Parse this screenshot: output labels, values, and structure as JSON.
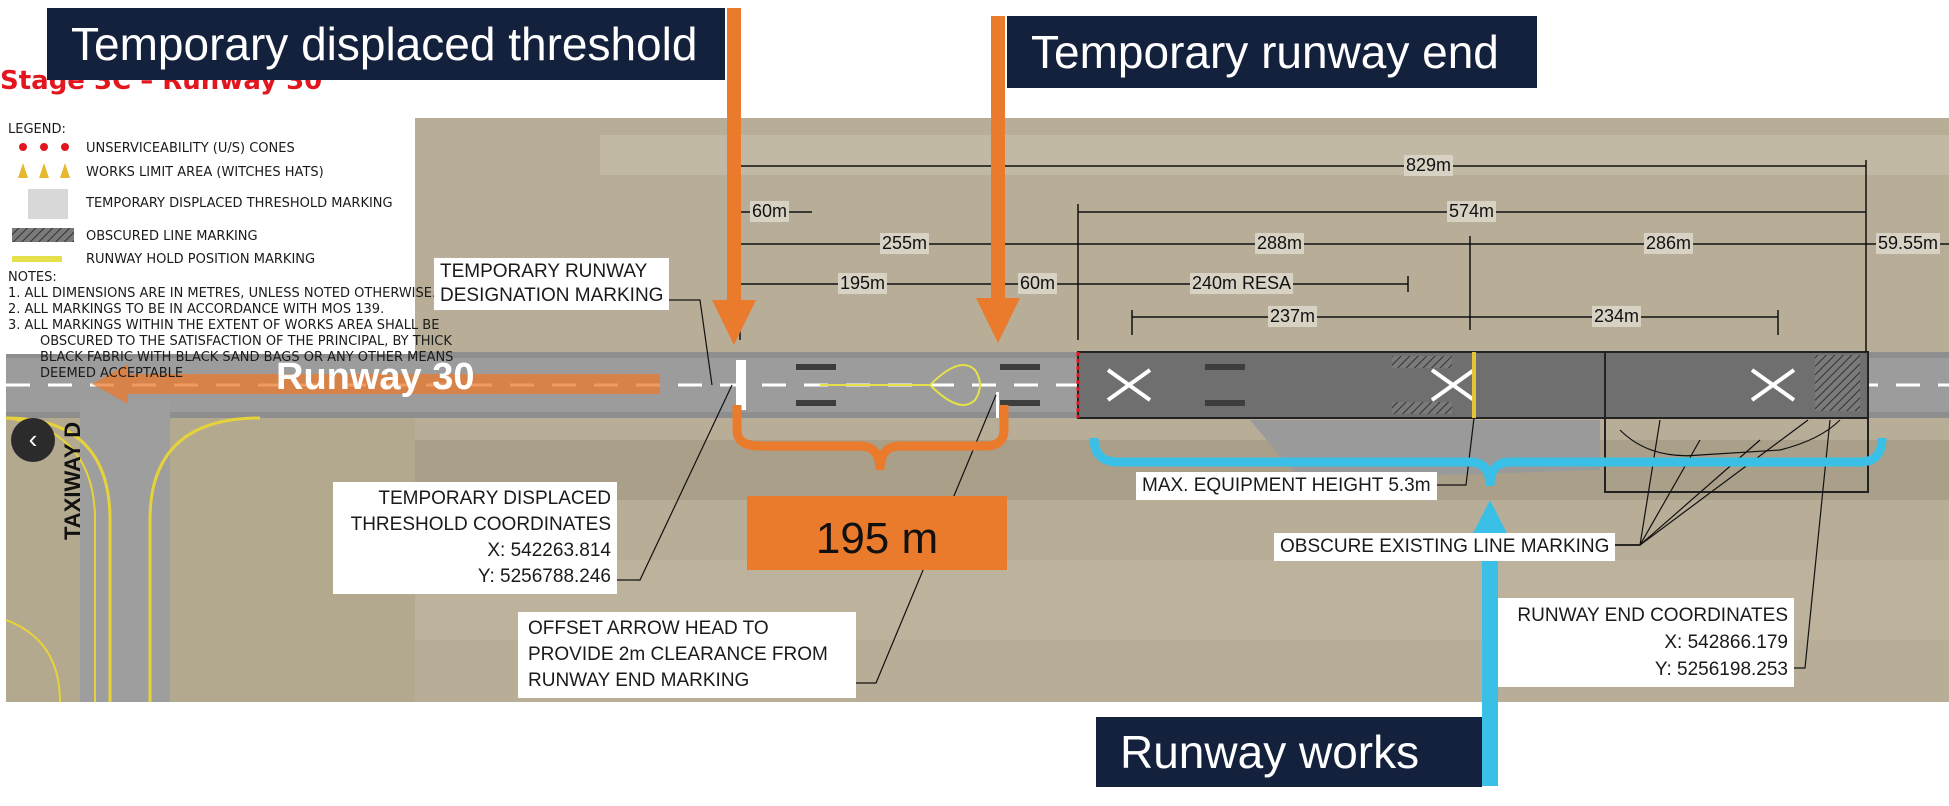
{
  "callouts": {
    "displaced_threshold": "Temporary displaced threshold",
    "runway_end": "Temporary runway end",
    "runway_works": "Runway works",
    "distance": "195 m"
  },
  "stage_title": "Stage 3C – Runway 30",
  "runway_label": "Runway 30",
  "taxiway_label": "TAXIWAY D",
  "legend": {
    "heading": "LEGEND:",
    "items": [
      "UNSERVICEABILITY (U/S) CONES",
      "WORKS LIMIT AREA (WITCHES HATS)",
      "TEMPORARY DISPLACED THRESHOLD MARKING",
      "OBSCURED LINE MARKING",
      "RUNWAY HOLD POSITION MARKING"
    ],
    "notes_heading": "NOTES:",
    "notes": [
      "1.   ALL DIMENSIONS ARE IN METRES, UNLESS NOTED OTHERWISE.",
      "2.   ALL MARKINGS TO BE IN ACCORDANCE WITH MOS 139.",
      "3.   ALL MARKINGS WITHIN THE EXTENT OF WORKS AREA SHALL BE",
      "OBSCURED TO THE SATISFACTION OF THE PRINCIPAL, BY THICK",
      "BLACK FABRIC WITH BLACK SAND BAGS OR ANY OTHER MEANS",
      "DEEMED ACCEPTABLE"
    ]
  },
  "dimensions": {
    "d829": "829m",
    "d60a": "60m",
    "d574": "574m",
    "d255": "255m",
    "d288": "288m",
    "d286": "286m",
    "d5955": "59.55m",
    "d195": "195m",
    "d60b": "60m",
    "resa": "240m RESA",
    "d237": "237m",
    "d234": "234m"
  },
  "annotations": {
    "designation": [
      "TEMPORARY RUNWAY",
      "DESIGNATION MARKING"
    ],
    "threshold_coords": [
      "TEMPORARY DISPLACED",
      "THRESHOLD COORDINATES",
      "X:   542263.814",
      "Y: 5256788.246"
    ],
    "offset_arrow": [
      "OFFSET ARROW HEAD TO",
      "PROVIDE 2m CLEARANCE FROM",
      "RUNWAY END MARKING"
    ],
    "max_height": "MAX. EQUIPMENT HEIGHT 5.3m",
    "obscure": "OBSCURE EXISTING LINE MARKING",
    "runway_end_coords": [
      "RUNWAY END COORDINATES",
      "X:   542866.179",
      "Y: 5256198.253"
    ]
  },
  "nav": {
    "prev_glyph": "‹"
  },
  "colors": {
    "navy": "#14213d",
    "orange": "#ea7a2c",
    "cyan": "#3ac0e6",
    "red": "#e3161f"
  }
}
